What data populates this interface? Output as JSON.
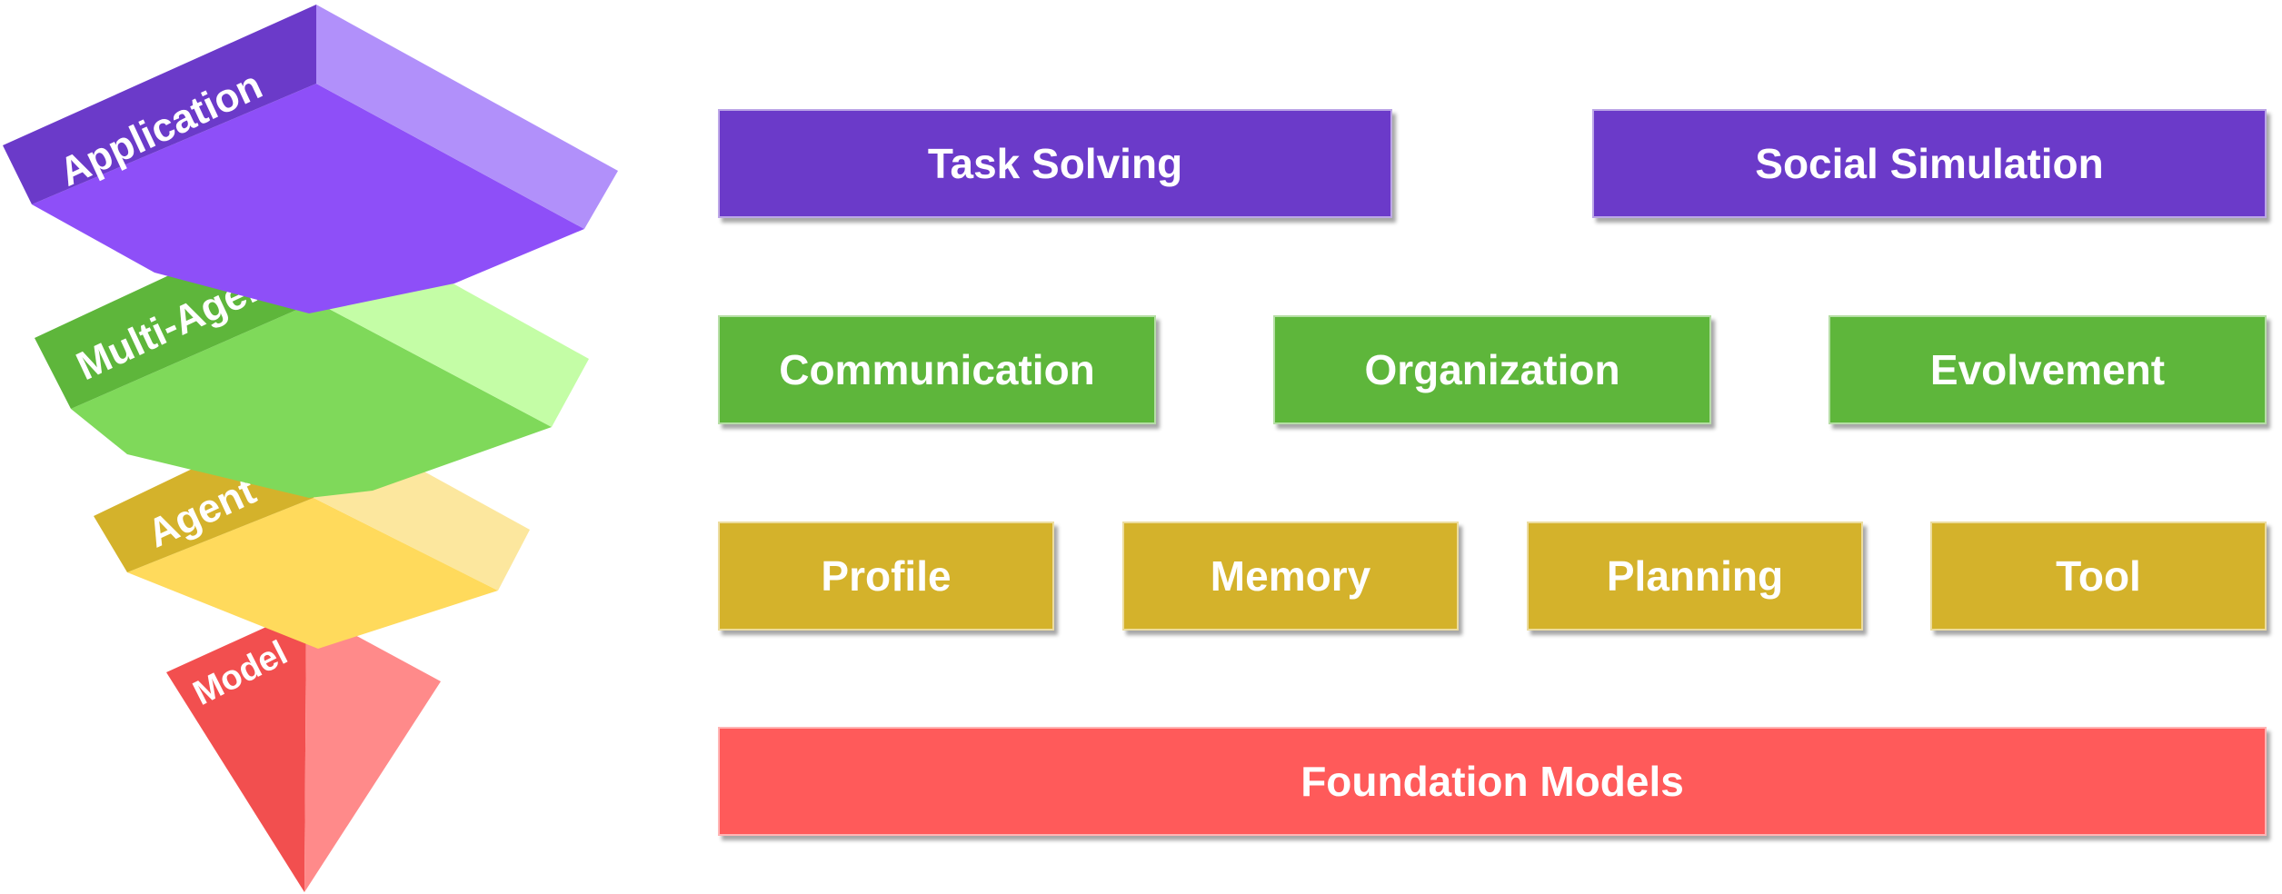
{
  "colors": {
    "application": "#6B3AC9",
    "multi_agent": "#5EB63B",
    "agent": "#D4B22B",
    "model": "#FF5A5A"
  },
  "pyramid": {
    "application_label": "Application",
    "multi_agent_label": "Multi-Agent",
    "agent_label": "Agent",
    "model_label": "Model"
  },
  "layers": {
    "application": [
      "Task Solving",
      "Social Simulation"
    ],
    "multi_agent": [
      "Communication",
      "Organization",
      "Evolvement"
    ],
    "agent": [
      "Profile",
      "Memory",
      "Planning",
      "Tool"
    ],
    "model": [
      "Foundation Models"
    ]
  }
}
